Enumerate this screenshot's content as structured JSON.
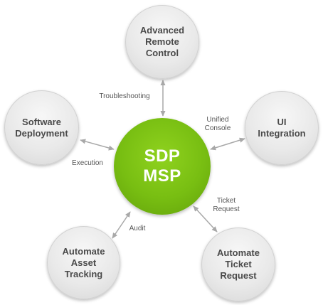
{
  "center": {
    "label": "SDP\nMSP",
    "color": "#78be12"
  },
  "nodes": {
    "remote_control": "Advanced\nRemote\nControl",
    "software_deployment": "Software\nDeployment",
    "ui_integration": "UI\nIntegration",
    "asset_tracking": "Automate\nAsset\nTracking",
    "ticket_request": "Automate\nTicket\nRequest"
  },
  "edges": {
    "troubleshooting": "Troubleshooting",
    "unified_console": "Unified\nConsole",
    "execution": "Execution",
    "audit": "Audit",
    "ticket_request": "Ticket\nRequest"
  },
  "colors": {
    "connector": "#a8a8a8",
    "satellite_text": "#4a4a4a"
  }
}
